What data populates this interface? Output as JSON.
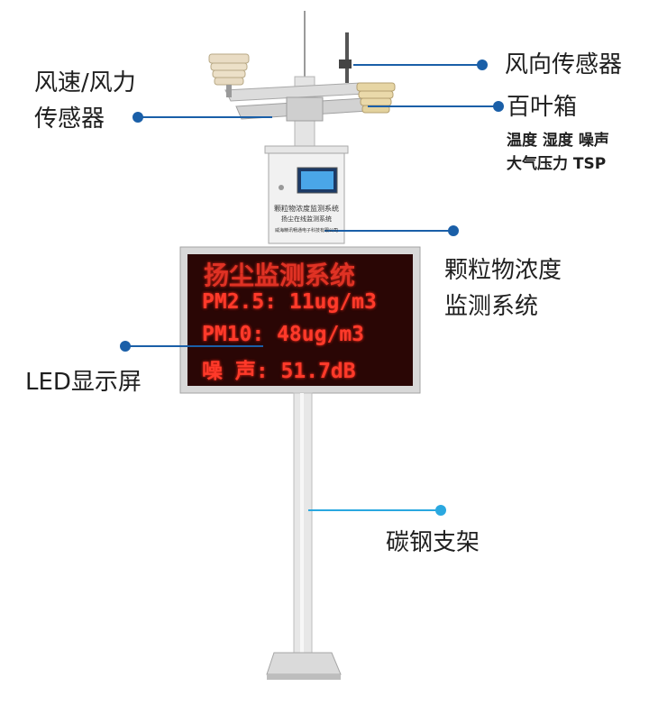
{
  "labels": {
    "wind_speed_line1": "风速/风力",
    "wind_speed_line2": "传感器",
    "wind_direction": "风向传感器",
    "louver_box": "百叶箱",
    "louver_params_line1": "温度 湿度 噪声",
    "louver_params_line2": "大气压力 TSP",
    "particle_line1": "颗粒物浓度",
    "particle_line2": "监测系统",
    "led_screen": "LED显示屏",
    "pole": "碳钢支架"
  },
  "led_display": {
    "title": "扬尘监测系统",
    "row1": "PM2.5: 11ug/m3",
    "row2": "PM10:  48ug/m3",
    "row3": "噪 声:  51.7dB"
  },
  "control_box": {
    "line1": "颗粒物浓度监测系统",
    "line2": "扬尘在线监测系统",
    "line3": "威海精讯畅通电子科技有限公司"
  },
  "colors": {
    "callout_dark": "#1a5fa8",
    "callout_light": "#2aa8e0",
    "led_red": "#ff3a2a",
    "led_panel": "#2a0605"
  }
}
